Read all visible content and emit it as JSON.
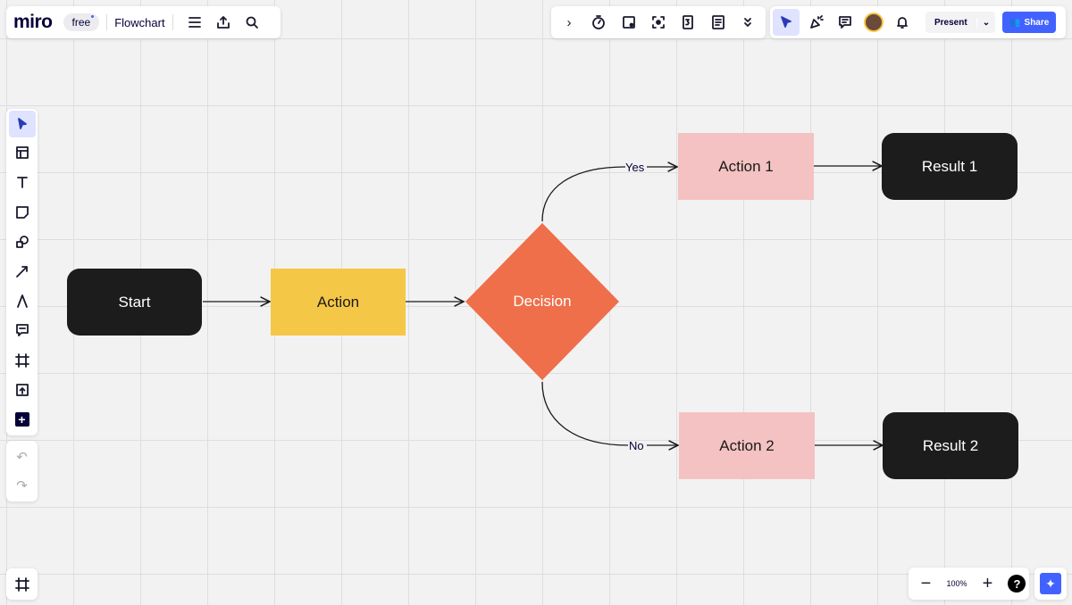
{
  "topbar": {
    "logo": "miro",
    "plan_badge": "free",
    "board_title": "Flowchart"
  },
  "toolbar_right": {
    "present_label": "Present",
    "share_label": "Share",
    "share_color": "#4262ff"
  },
  "zoom": {
    "level": "100%",
    "help": "?"
  },
  "flowchart": {
    "start": "Start",
    "action": "Action",
    "decision": "Decision",
    "action1": "Action 1",
    "action2": "Action 2",
    "result1": "Result 1",
    "result2": "Result 2",
    "yes_label": "Yes",
    "no_label": "No",
    "colors": {
      "terminal": "#1c1c1c",
      "action": "#f5c746",
      "decision": "#ee6f4a",
      "branch": "#f4c2c2"
    }
  }
}
